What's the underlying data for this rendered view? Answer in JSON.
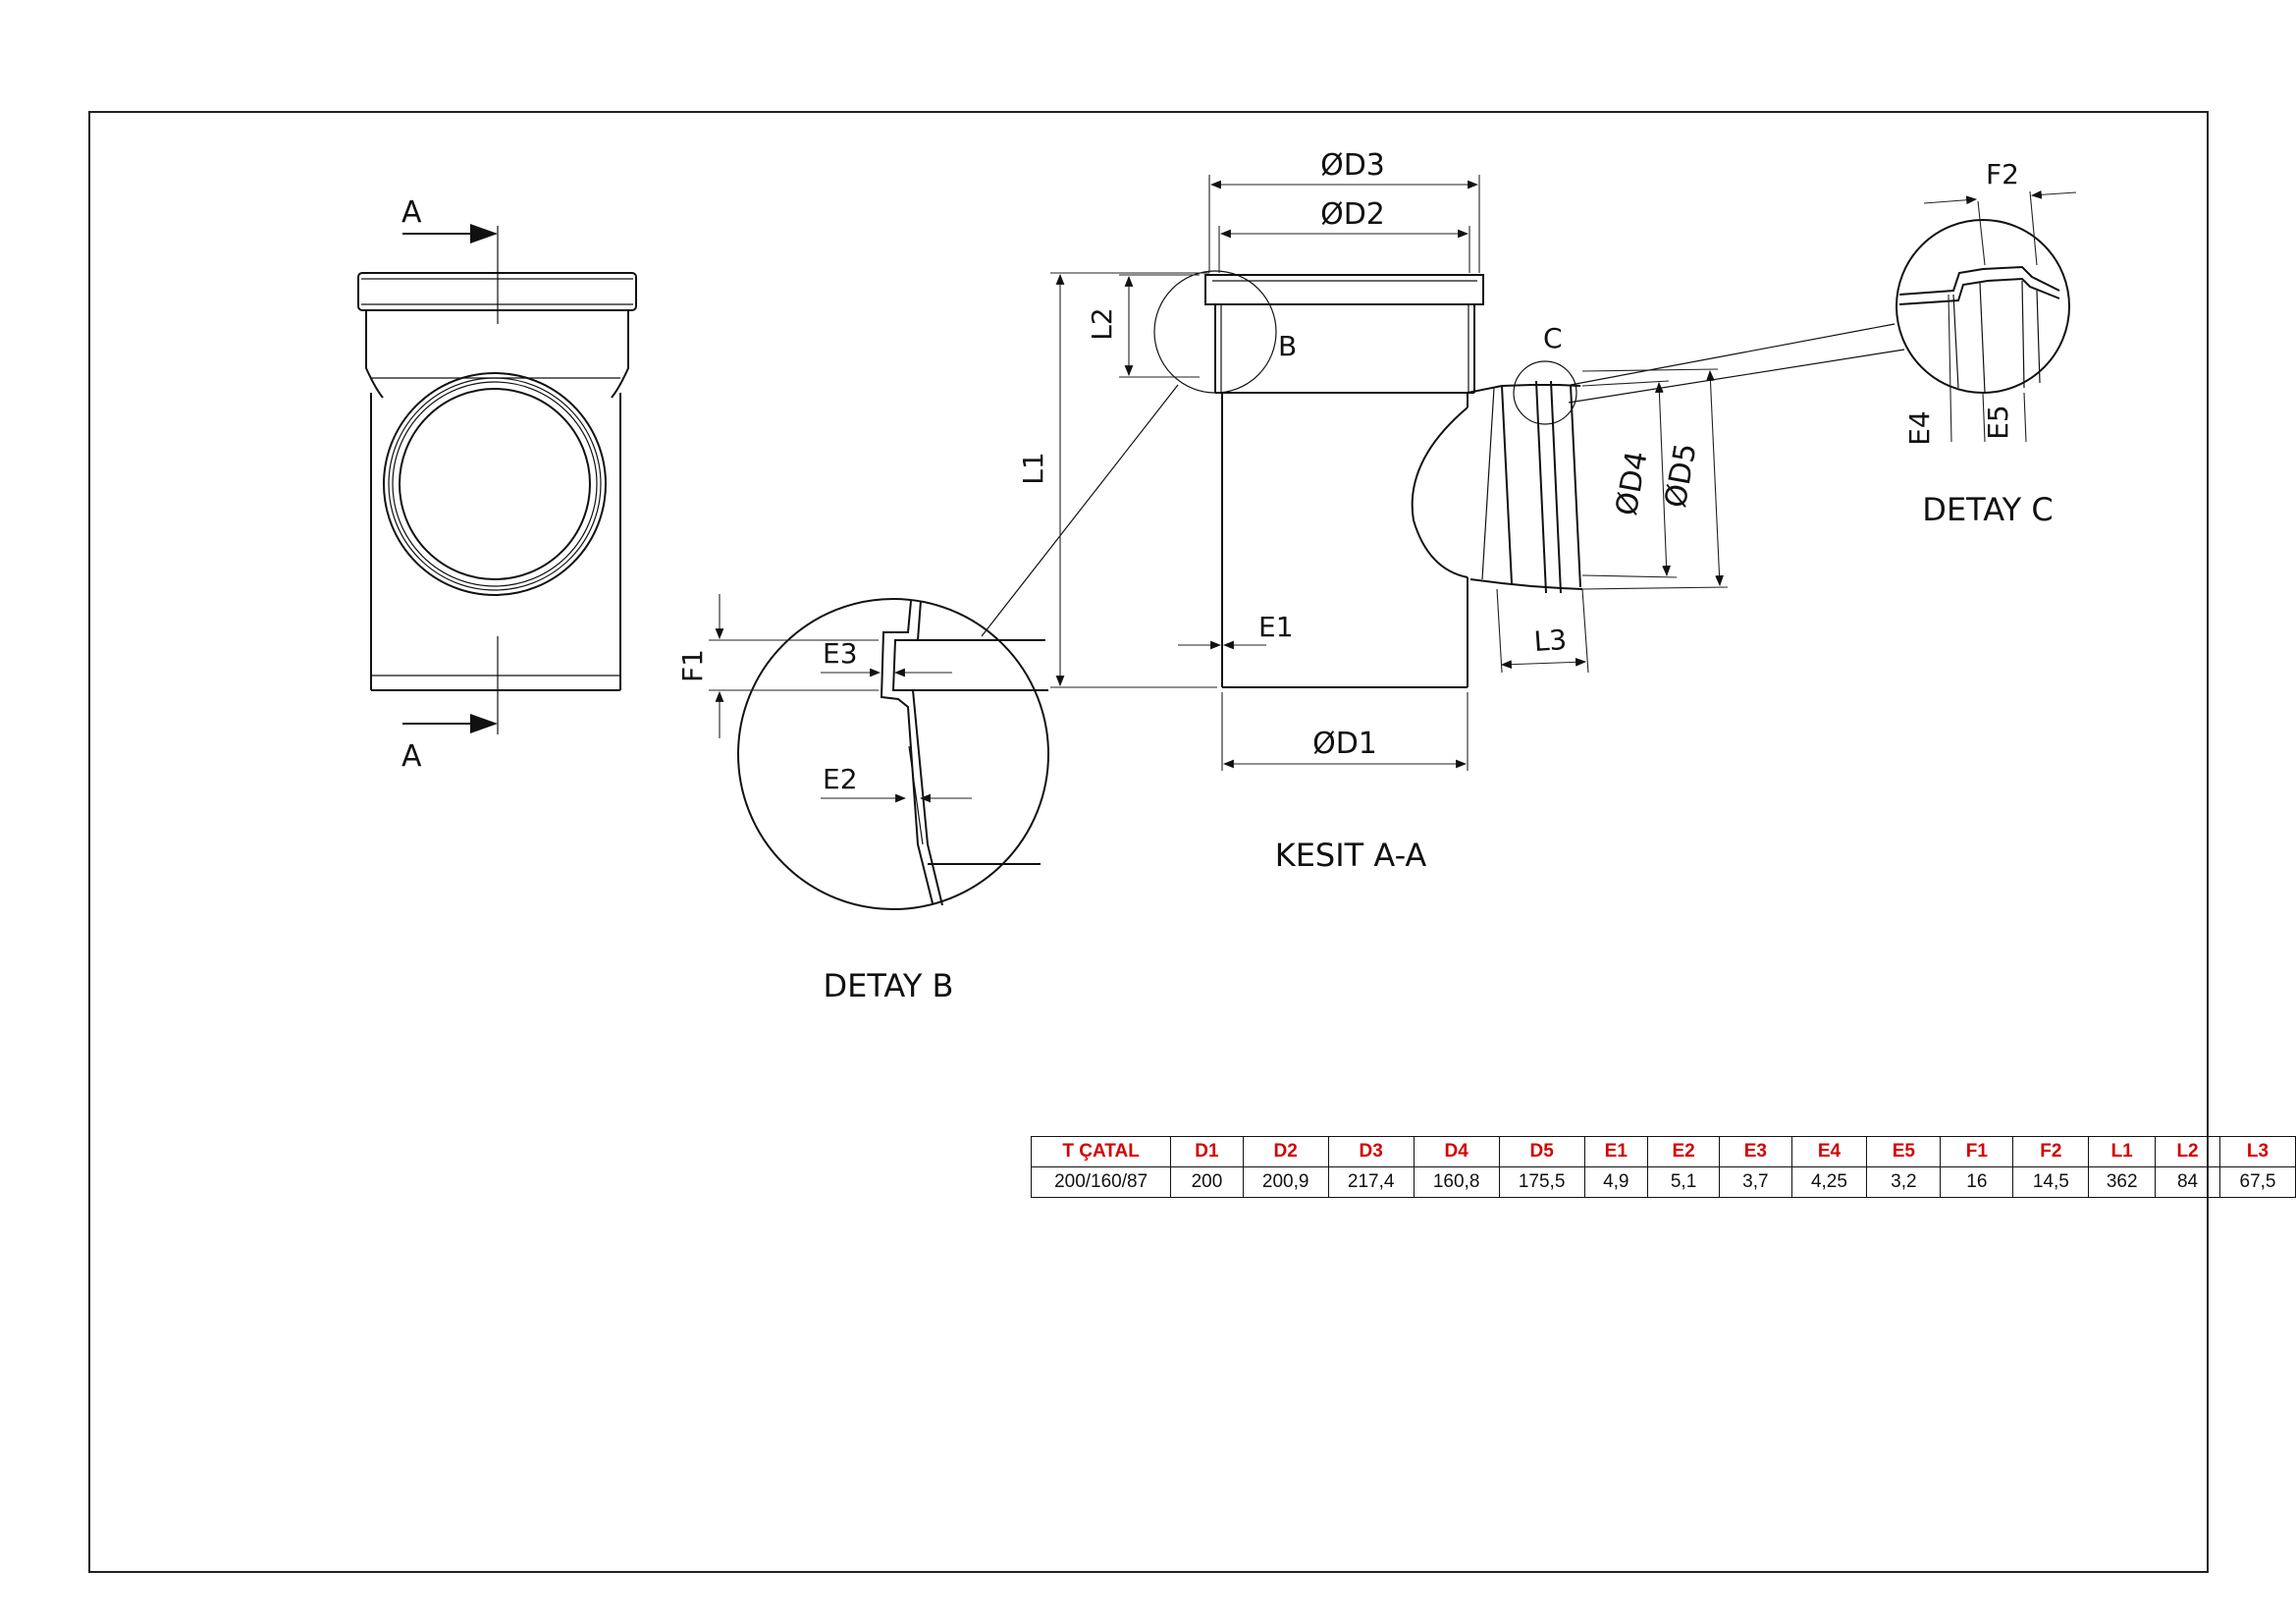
{
  "section_marks": {
    "top": "A",
    "bottom": "A"
  },
  "dimension_labels": {
    "d3": "ØD3",
    "d2": "ØD2",
    "d1": "ØD1",
    "d4": "ØD4",
    "d5": "ØD5",
    "l1": "L1",
    "l2": "L2",
    "l3": "L3",
    "e1": "E1",
    "e2": "E2",
    "e3": "E3",
    "e4": "E4",
    "e5": "E5",
    "f1": "F1",
    "f2": "F2"
  },
  "detail_markers": {
    "b": "B",
    "c": "C"
  },
  "view_titles": {
    "section": "KESIT A-A",
    "detail_b": "DETAY B",
    "detail_c": "DETAY C"
  },
  "table": {
    "headers": [
      "T ÇATAL",
      "D1",
      "D2",
      "D3",
      "D4",
      "D5",
      "E1",
      "E2",
      "E3",
      "E4",
      "E5",
      "F1",
      "F2",
      "L1",
      "L2",
      "L3"
    ],
    "rows": [
      [
        "200/160/87",
        "200",
        "200,9",
        "217,4",
        "160,8",
        "175,5",
        "4,9",
        "5,1",
        "3,7",
        "4,25",
        "3,2",
        "16",
        "14,5",
        "362",
        "84",
        "67,5"
      ]
    ]
  }
}
